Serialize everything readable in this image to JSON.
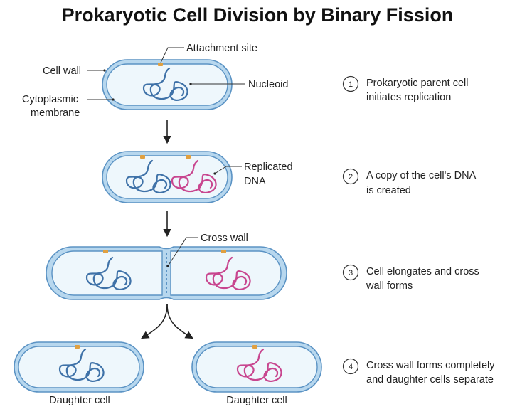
{
  "title": "Prokaryotic Cell Division by Binary Fission",
  "labels": {
    "attachment_site": "Attachment site",
    "cell_wall": "Cell wall",
    "nucleoid": "Nucleoid",
    "cytoplasmic_membrane_1": "Cytoplasmic",
    "cytoplasmic_membrane_2": "membrane",
    "replicated_dna_1": "Replicated",
    "replicated_dna_2": "DNA",
    "cross_wall": "Cross wall",
    "daughter_cell_left": "Daughter cell",
    "daughter_cell_right": "Daughter cell"
  },
  "steps": [
    {
      "number": "1",
      "line1": "Prokaryotic parent cell",
      "line2": "initiates replication"
    },
    {
      "number": "2",
      "line1": "A copy of the cell's DNA",
      "line2": "is created"
    },
    {
      "number": "3",
      "line1": "Cell elongates and cross",
      "line2": "wall forms"
    },
    {
      "number": "4",
      "line1": "Cross wall forms completely",
      "line2": "and daughter cells separate"
    }
  ],
  "colors": {
    "cell_wall": "#b7d7ee",
    "membrane_outline": "#5b93c4",
    "cytoplasm": "#eef7fc",
    "dna_original": "#3f72a8",
    "dna_copy": "#c8468f",
    "attachment_site": "#e0a040"
  }
}
